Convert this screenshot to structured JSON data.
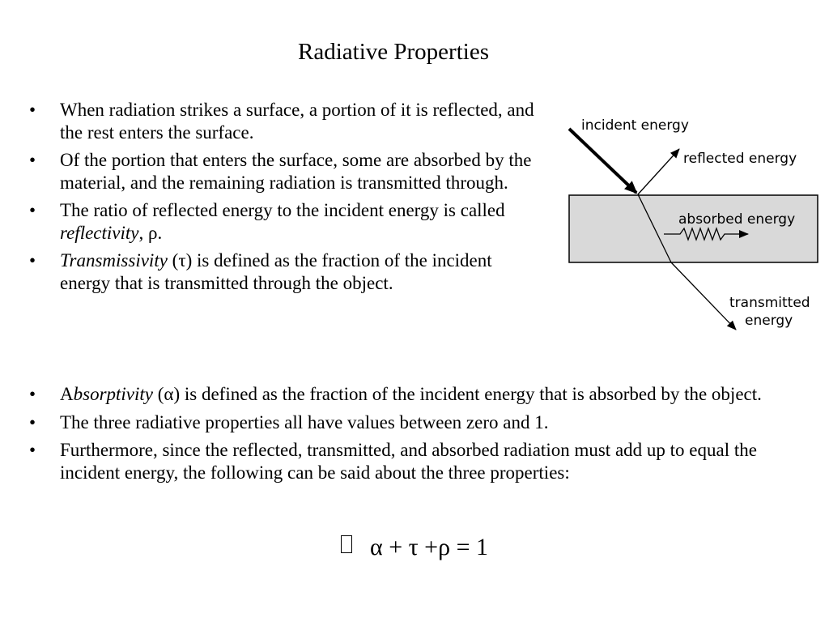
{
  "slide": {
    "title": "Radiative Properties"
  },
  "bullets_top": [
    {
      "pre": "",
      "em": "",
      "mid": "When radiation strikes a surface, a portion of it is reflected, and the rest enters the surface.",
      "em2": "",
      "post": ""
    },
    {
      "pre": "",
      "em": "",
      "mid": "Of the portion that enters the surface, some are absorbed by the material, and the remaining radiation is transmitted through.",
      "em2": "",
      "post": ""
    },
    {
      "pre": "",
      "em": "",
      "mid": "The ratio of reflected energy to the incident energy is called ",
      "em2": "reflectivity",
      "post": ", ρ."
    },
    {
      "pre": "",
      "em": "Transmissivity",
      "mid": " (τ) is defined as the fraction of the incident energy that is transmitted through the object.",
      "em2": "",
      "post": ""
    }
  ],
  "bullets_bottom": [
    {
      "pre": "A",
      "em": "bsorptivity",
      "mid": " (α) is defined as the fraction of the incident energy that is absorbed by the object.",
      "em2": "",
      "post": ""
    },
    {
      "pre": "",
      "em": "",
      "mid": "The three radiative properties all have values between zero and 1.",
      "em2": "",
      "post": ""
    },
    {
      "pre": "",
      "em": "",
      "mid": "Furthermore, since the reflected, transmitted, and absorbed radiation must add up to equal the incident energy, the following can be said about the three properties:",
      "em2": "",
      "post": ""
    }
  ],
  "equation": {
    "text": "α + τ +ρ = 1"
  },
  "diagram": {
    "incident_label": "incident energy",
    "reflected_label": "reflected energy",
    "absorbed_label": "absorbed energy",
    "transmitted_label_line1": "transmitted",
    "transmitted_label_line2": "energy",
    "slab_color": "#d9d9d9"
  }
}
